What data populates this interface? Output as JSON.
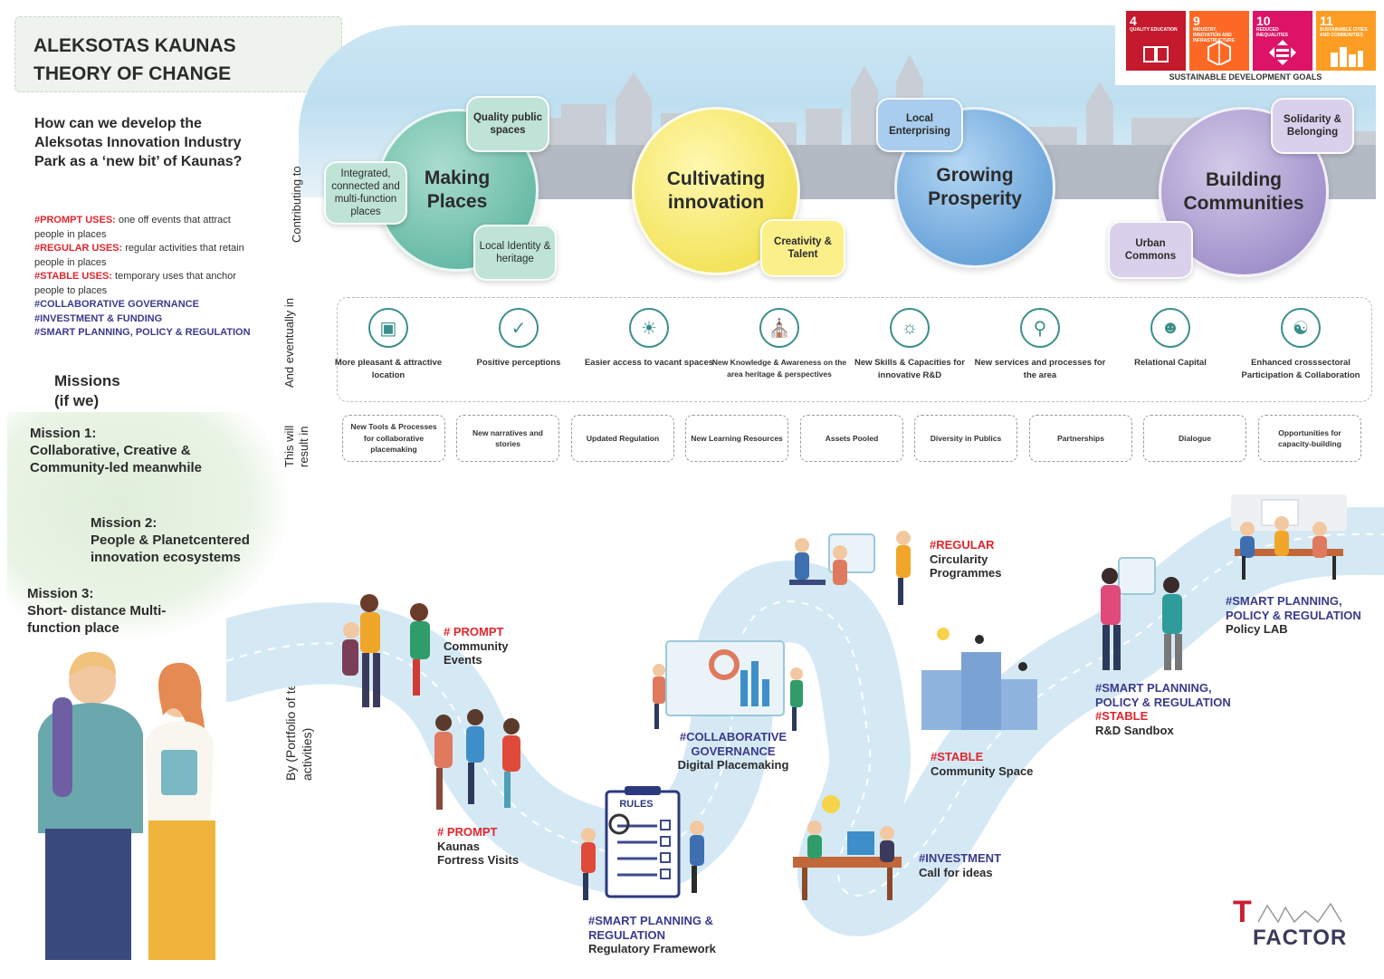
{
  "title": {
    "line1": "ALEKSOTAS KAUNAS",
    "line2": "THEORY OF CHANGE"
  },
  "question": "How can we develop the Aleksotas Innovation Industry Park as a ‘new bit’ of Kaunas?",
  "uses": [
    {
      "tag": "#PROMPT USES:",
      "text": " one off events that attract people in places",
      "color": "red"
    },
    {
      "tag": "#REGULAR USES:",
      "text": " regular activities that retain people in places",
      "color": "red"
    },
    {
      "tag": "#STABLE USES:",
      "text": " temporary uses that anchor people to places",
      "color": "red"
    },
    {
      "tag": "#COLLABORATIVE GOVERNANCE",
      "text": "",
      "color": "blue"
    },
    {
      "tag": "#INVESTMENT & FUNDING",
      "text": "",
      "color": "blue"
    },
    {
      "tag": "#SMART PLANNING, POLICY & REGULATION",
      "text": "",
      "color": "blue"
    }
  ],
  "missions": {
    "title_line1": "Missions",
    "title_line2": "(if we)",
    "m1_head": "Mission 1:",
    "m1_body": "Collaborative, Creative & Community-led meanwhile",
    "m2_head": "Mission 2:",
    "m2_body": "People & Planetcentered innovation ecosystems",
    "m3_head": "Mission 3:",
    "m3_body": "Short- distance Multi- function place"
  },
  "sdg": {
    "caption": "SUSTAINABLE DEVELOPMENT GOALS",
    "goals": [
      {
        "num": "4",
        "label": "QUALITY EDUCATION",
        "color": "#c5192d",
        "icon": "book-icon"
      },
      {
        "num": "9",
        "label": "INDUSTRY, INNOVATION AND INFRASTRUCTURE",
        "color": "#fd6925",
        "icon": "cubes-icon"
      },
      {
        "num": "10",
        "label": "REDUCED INEQUALITIES",
        "color": "#dd1367",
        "icon": "equality-icon"
      },
      {
        "num": "11",
        "label": "SUSTAINABLE CITIES AND COMMUNITIES",
        "color": "#fd9d24",
        "icon": "city-icon"
      }
    ]
  },
  "side_labels": {
    "contributing": "Contributing to",
    "eventually": "And eventually in",
    "result": "This will result in",
    "portfolio": "By (Portfolio of temporary activities)"
  },
  "goals": [
    {
      "name_l1": "Making",
      "name_l2": "Places",
      "color": "#5fb9a4"
    },
    {
      "name_l1": "Cultivating",
      "name_l2": "innovation",
      "color": "#f3e64f"
    },
    {
      "name_l1": "Growing",
      "name_l2": "Prosperity",
      "color": "#5d9fd6"
    },
    {
      "name_l1": "Building",
      "name_l2": "Communities",
      "color": "#9f8ec9"
    }
  ],
  "bubbles": {
    "quality": "Quality public spaces",
    "integrated": "Integrated, connected and multi-function places",
    "local_identity": "Local Identity & heritage",
    "creativity": "Creativity & Talent",
    "local_enterprising": "Local Enterprising",
    "solidarity": "Solidarity & Belonging",
    "urban_commons": "Urban Commons"
  },
  "eventually": [
    {
      "text": "More pleasant & attractive location",
      "icon": "bench-icon"
    },
    {
      "text": "Positive perceptions",
      "icon": "head-check-icon"
    },
    {
      "text": "Easier access to vacant spaces",
      "icon": "landscape-sun-icon"
    },
    {
      "text": "New Knowledge & Awareness on the area heritage & perspectives",
      "icon": "museum-icon"
    },
    {
      "text": "New Skills & Capacities for innovative R&D",
      "icon": "lightbulb-hand-icon"
    },
    {
      "text": "New services and processes for the area",
      "icon": "map-pin-hand-icon"
    },
    {
      "text": "Relational Capital",
      "icon": "people-circle-icon"
    },
    {
      "text": "Enhanced crosssectoral Participation & Collaboration",
      "icon": "handshake-icon"
    }
  ],
  "results": [
    "New Tools & Processes for collaborative placemaking",
    "New narratives and stories",
    "Updated Regulation",
    "New Learning Resources",
    "Assets Pooled",
    "Diversity in Publics",
    "Partnerships",
    "Dialogue",
    "Opportunities for capacity-building"
  ],
  "activities": {
    "a1_tag": "# PROMPT",
    "a1_name": "Community Events",
    "a2_tag": "# PROMPT",
    "a2_name": "Kaunas Fortress Visits",
    "a3_tag": "#SMART PLANNING & REGULATION",
    "a3_name": "Regulatory Framework",
    "a4_tag": "#COLLABORATIVE GOVERNANCE",
    "a4_name": "Digital Placemaking",
    "a5_tag": "#REGULAR",
    "a5_name": "Circularity Programmes",
    "a6_tag": "#STABLE",
    "a6_name": "Community Space",
    "a7_tag": "#INVESTMENT",
    "a7_name": "Call for ideas",
    "a8_tag": "#SMART PLANNING, POLICY & REGULATION",
    "a8_tag2": "#STABLE",
    "a8_name": "R&D Sandbox",
    "a9_tag": "#SMART PLANNING, POLICY & REGULATION",
    "a9_name": "Policy LAB"
  },
  "rules_sign": "RULES",
  "logo": {
    "top": "T",
    "bottom": "FACTOR"
  }
}
